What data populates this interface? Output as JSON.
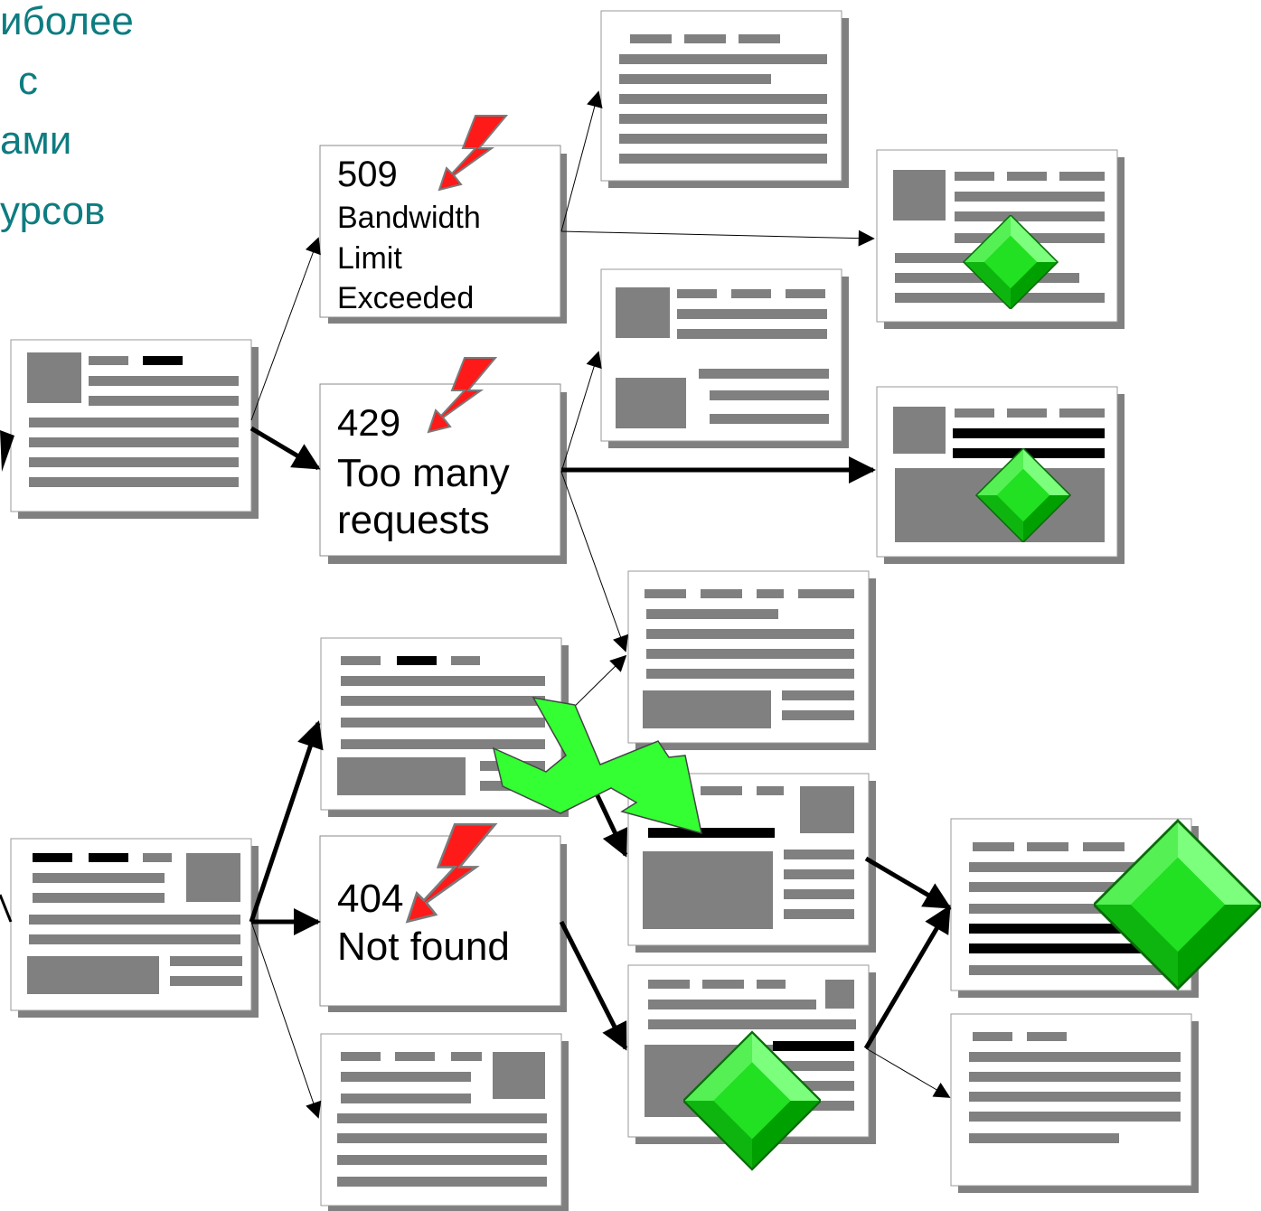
{
  "title_lines": [
    "иболее",
    "с",
    "ами",
    "урсов"
  ],
  "colors": {
    "title": "#0e7c80",
    "bar": "#808080",
    "bar_dark": "#000000",
    "shadow": "#808080",
    "lightning": "#ff0000",
    "lightning_green": "#33ff33",
    "gem": "#2bd92b"
  },
  "error_cards": {
    "e509": {
      "code": "509",
      "lines": [
        "Bandwidth",
        "Limit",
        "Exceeded"
      ],
      "icon": "lightning-icon"
    },
    "e429": {
      "code": "429",
      "lines": [
        "Too many",
        "requests"
      ],
      "icon": "lightning-icon"
    },
    "e404": {
      "code": "404",
      "lines": [
        "Not found"
      ],
      "icon": "lightning-icon"
    }
  },
  "icons": {
    "failure": "lightning-icon",
    "success": "green-gem-icon",
    "redirect": "green-lightning-arrow-icon",
    "document": "web-page-icon"
  }
}
